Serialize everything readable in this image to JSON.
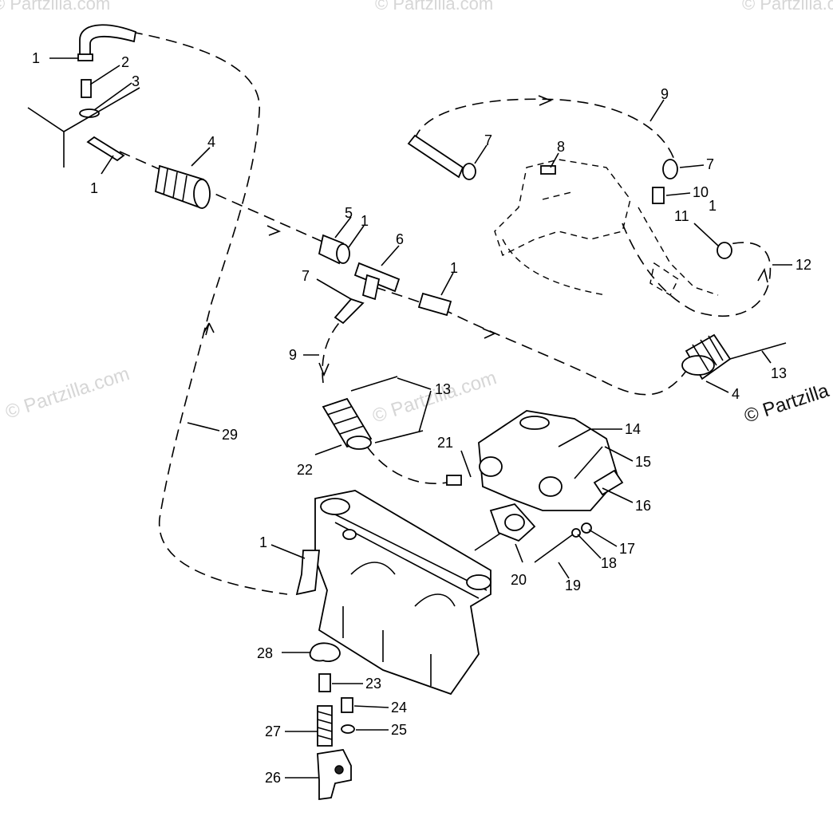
{
  "watermarks": {
    "text": "© Partzilla.com",
    "visible_text": "© Partzilla"
  },
  "callouts": [
    {
      "id": "c1a",
      "text": "1"
    },
    {
      "id": "c2",
      "text": "2"
    },
    {
      "id": "c3",
      "text": "3"
    },
    {
      "id": "c4a",
      "text": "4"
    },
    {
      "id": "c1b",
      "text": "1"
    },
    {
      "id": "c9a",
      "text": "9"
    },
    {
      "id": "c7a",
      "text": "7"
    },
    {
      "id": "c8",
      "text": "8"
    },
    {
      "id": "c7b",
      "text": "7"
    },
    {
      "id": "c10",
      "text": "10"
    },
    {
      "id": "c11",
      "text": "11"
    },
    {
      "id": "c1c",
      "text": "1"
    },
    {
      "id": "c12",
      "text": "12"
    },
    {
      "id": "c5",
      "text": "5"
    },
    {
      "id": "c1d",
      "text": "1"
    },
    {
      "id": "c6",
      "text": "6"
    },
    {
      "id": "c7c",
      "text": "7"
    },
    {
      "id": "c1e",
      "text": "1"
    },
    {
      "id": "c9b",
      "text": "9"
    },
    {
      "id": "c13a",
      "text": "13"
    },
    {
      "id": "c13b",
      "text": "13"
    },
    {
      "id": "c4b",
      "text": "4"
    },
    {
      "id": "c29",
      "text": "29"
    },
    {
      "id": "c22",
      "text": "22"
    },
    {
      "id": "c21",
      "text": "21"
    },
    {
      "id": "c14",
      "text": "14"
    },
    {
      "id": "c15",
      "text": "15"
    },
    {
      "id": "c16",
      "text": "16"
    },
    {
      "id": "c17",
      "text": "17"
    },
    {
      "id": "c18",
      "text": "18"
    },
    {
      "id": "c19",
      "text": "19"
    },
    {
      "id": "c20",
      "text": "20"
    },
    {
      "id": "c1f",
      "text": "1"
    },
    {
      "id": "c28",
      "text": "28"
    },
    {
      "id": "c23",
      "text": "23"
    },
    {
      "id": "c24",
      "text": "24"
    },
    {
      "id": "c25",
      "text": "25"
    },
    {
      "id": "c27",
      "text": "27"
    },
    {
      "id": "c26",
      "text": "26"
    }
  ]
}
